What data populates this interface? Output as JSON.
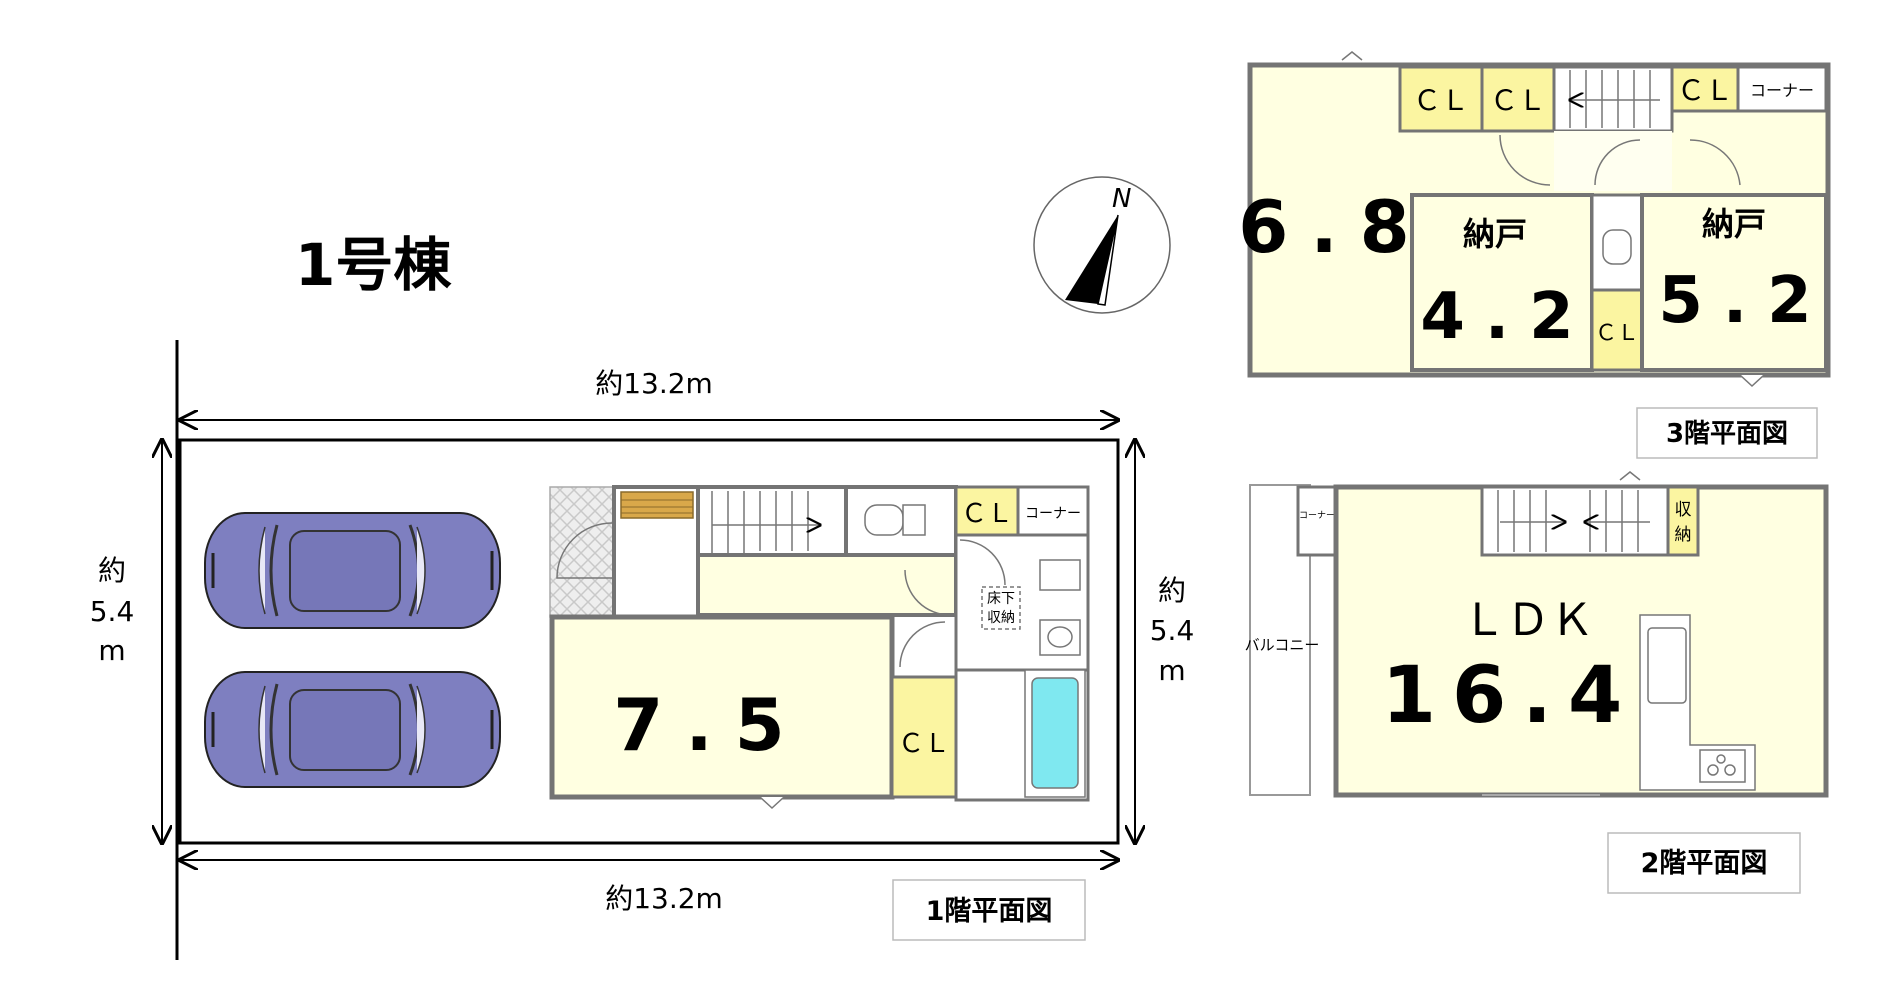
{
  "building_title": "1号棟",
  "compass": {
    "north_label": "N"
  },
  "site": {
    "width_top": "約13.2m",
    "width_bottom": "約13.2m",
    "depth_left": [
      "約",
      "5.4",
      "m"
    ],
    "depth_right": [
      "約",
      "5.4",
      "m"
    ]
  },
  "floor1": {
    "label": "1階平面図",
    "room_size": "7.5",
    "closet": "ＣＬ",
    "closet2": "ＣＬ",
    "corner": "コーナー",
    "underfloor": [
      "床下",
      "収納"
    ]
  },
  "floor2": {
    "label": "2階平面図",
    "ldk_name": "ＬＤＫ",
    "ldk_size": "16.4",
    "storage": [
      "収",
      "納"
    ],
    "corner": "コーナー",
    "balcony": "バルコニー"
  },
  "floor3": {
    "label": "3階平面図",
    "room_a_size": "6.8",
    "room_b_name": "納戸",
    "room_b_size": "4.2",
    "room_c_name": "納戸",
    "room_c_size": "5.2",
    "closets": [
      "ＣＬ",
      "ＣＬ",
      "ＣＬ",
      "ＣＬ"
    ],
    "corner": "コーナー"
  },
  "colors": {
    "room_fill": "#ffffe1",
    "closet_fill": "#fbf5a1",
    "wall": "#747474",
    "car": "#7e7fc0",
    "bath": "#7fe8f0"
  }
}
